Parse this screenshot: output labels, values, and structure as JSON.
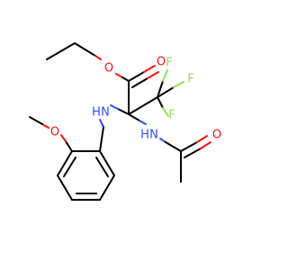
{
  "atom_labels": {
    "o_ether": "O",
    "o_carbonyl": "O",
    "o_methoxy": "O",
    "o_acetyl": "O",
    "f_top_left": "F",
    "f_top_right": "F",
    "f_bottom": "F",
    "nh_aryl": "H",
    "n_aryl": "N",
    "nh_acetyl": "H",
    "n_acetyl": "N"
  },
  "colors": {
    "carbon_bond": "#000000",
    "oxygen": "#ff0d0d",
    "nitrogen": "#3050f8",
    "fluorine": "#90e050",
    "background": "#ffffff"
  }
}
